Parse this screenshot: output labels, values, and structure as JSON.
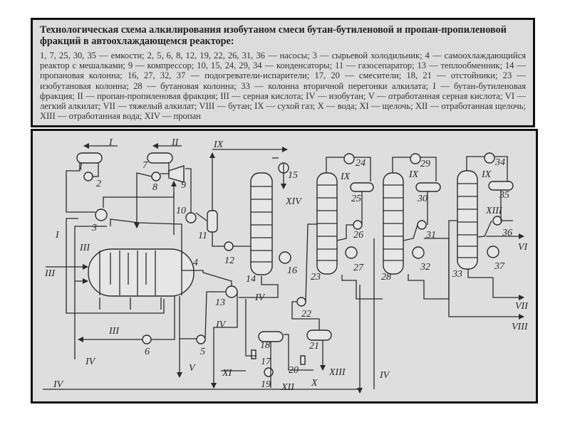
{
  "caption": {
    "title": "Технологическая схема алкилирования изобутаном смеси бутан-бутиленовой и пропан-пропиленовой фракций в автоохлаждающемся реакторе:",
    "body": "1, 7, 25, 30, 35 — емкости; 2, 5, 6, 8, 12, 19, 22, 26, 31, 36 — насосы; 3 — сырьевой холодильник; 4 — самоохлаждающийся реактор с мешалками; 9 — компрессор; 10, 15, 24, 29, 34 — конденсаторы; 11 — газосепаратор; 13 — теплообменник; 14 — пропановая колонна; 16, 27, 32, 37 — подогреватели-испарители; 17, 20 — смесители; 18, 21 — отстойники; 23 — изобутановая колонна; 28 — бутановая колонна; 33 — колонна вторичной перегонки алкилата; I — бутан-бутиленовая фракция; II — пропан-пропиленовая фракция; III — серная кислота; IV — изобутан; V — отработанная серная кислота; VI — легкий алкилат; VII — тяжелый алкилат; VIII — бутан; IX — сухой газ; X — вода; XI — щелочь; XII — отработанная щелочь; XIII — отработанная вода; XIV — пропан"
  },
  "diagram": {
    "equipment_labels": [
      "1",
      "2",
      "3",
      "4",
      "5",
      "6",
      "7",
      "8",
      "9",
      "10",
      "11",
      "12",
      "13",
      "14",
      "15",
      "16",
      "17",
      "18",
      "19",
      "20",
      "21",
      "22",
      "23",
      "24",
      "25",
      "26",
      "27",
      "28",
      "29",
      "30",
      "31",
      "32",
      "33",
      "34",
      "35",
      "36",
      "37"
    ],
    "stream_labels": {
      "I_top": "I",
      "I_left": "I",
      "II": "II",
      "III_reactor": "III",
      "III_feed": "III",
      "III_recycle": "III",
      "IV_a": "IV",
      "IV_b": "IV",
      "IV_c": "IV",
      "IV_d": "IV",
      "IV_e": "IV",
      "V": "V",
      "VI": "VI",
      "VII": "VII",
      "VIII": "VIII",
      "IX_a": "IX",
      "IX_b": "IX",
      "IX_c": "IX",
      "IX_d": "IX",
      "X": "X",
      "XI": "XI",
      "XII": "XII",
      "XIII_a": "XIII",
      "XIII_b": "XIII",
      "XIV": "XIV"
    }
  }
}
